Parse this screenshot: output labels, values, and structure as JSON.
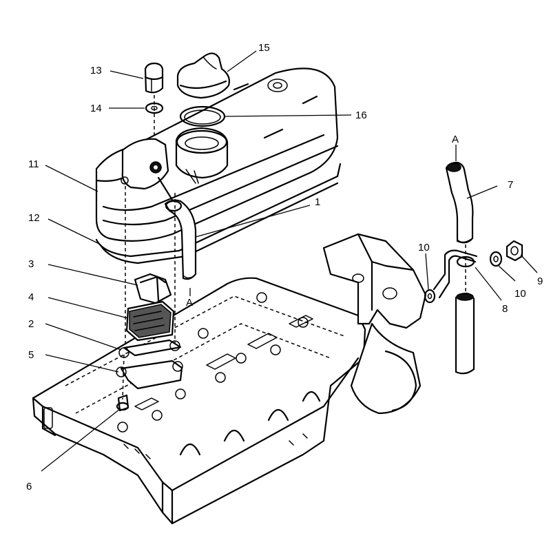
{
  "callouts": {
    "c1": "1",
    "c2": "2",
    "c3": "3",
    "c4": "4",
    "c5": "5",
    "c6": "6",
    "c7": "7",
    "c8": "8",
    "c9": "9",
    "c10a": "10",
    "c10b": "10",
    "c11": "11",
    "c12": "12",
    "c13": "13",
    "c14": "14",
    "c15": "15",
    "c16": "16"
  },
  "connection_marks": {
    "top": "A",
    "bottom": "A"
  }
}
